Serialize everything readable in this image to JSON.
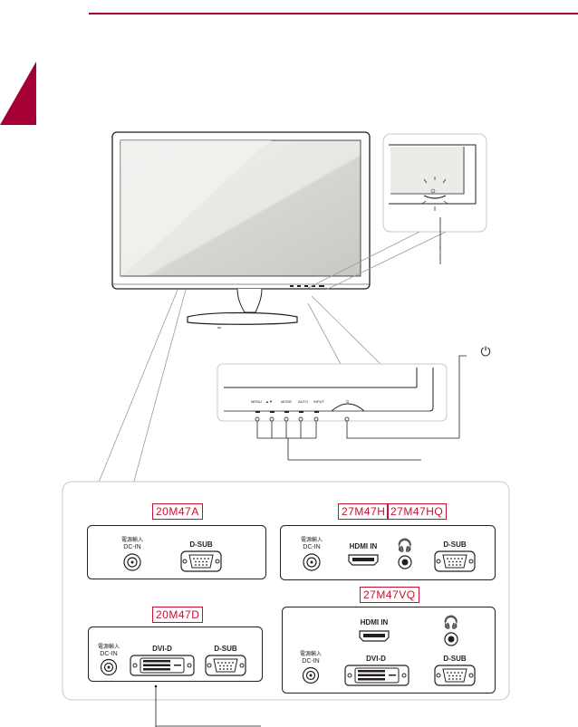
{
  "colors": {
    "accent": "#a50034",
    "model_label": "#c8102e",
    "line": "#231f20",
    "callout_line": "#9a9a9a"
  },
  "illustration": {
    "power_icon": "power-icon",
    "headphone_icon": "headphone-icon"
  },
  "panels": {
    "p20m47a": {
      "models": [
        "20M47A"
      ],
      "ports": {
        "dc_in_cn": "電源輸入",
        "dc_in": "DC-IN",
        "dsub": "D-SUB"
      }
    },
    "p27m47h": {
      "models": [
        "27M47H",
        "27M47HQ"
      ],
      "ports": {
        "dc_in_cn": "電源輸入",
        "dc_in": "DC-IN",
        "hdmi": "HDMI IN",
        "dsub": "D-SUB"
      }
    },
    "p20m47d": {
      "models": [
        "20M47D"
      ],
      "ports": {
        "dc_in_cn": "電源輸入",
        "dc_in": "DC-IN",
        "dvid": "DVI-D",
        "dsub": "D-SUB"
      }
    },
    "p27m47vq": {
      "models": [
        "27M47VQ"
      ],
      "ports": {
        "dc_in_cn": "電源輸入",
        "dc_in": "DC-IN",
        "hdmi": "HDMI IN",
        "dvid": "DVI-D",
        "dsub": "D-SUB"
      }
    }
  }
}
